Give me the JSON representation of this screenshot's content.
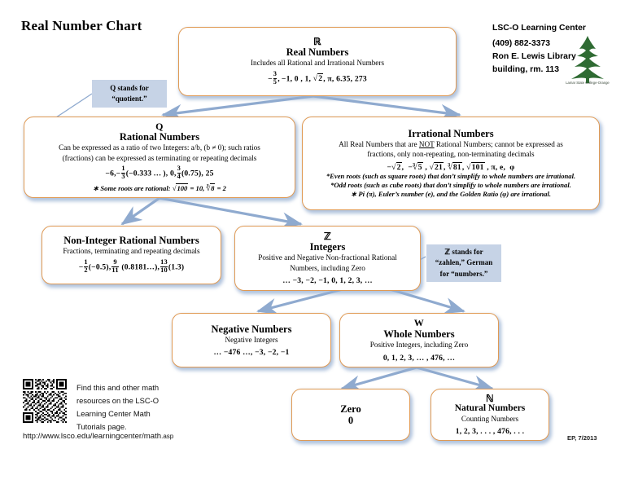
{
  "page": {
    "title": "Real Number Chart",
    "signature": "EP, 7/2013"
  },
  "header": {
    "org": "LSC-O Learning Center",
    "phone": "(409) 882-3373",
    "address_line1": "Ron E. Lewis Library",
    "address_line2": "building, rm. 113",
    "logo_caption": "Lamar State College-Orange",
    "logo_icon": "pine-tree-logo"
  },
  "colors": {
    "box_border": "#E09A54",
    "box_glow": "#96AFD2",
    "arrow": "#8FAACF",
    "callout_bg": "#C6D3E6",
    "logo_green": "#2F6B33"
  },
  "boxes": {
    "real": {
      "symbol": "ℝ",
      "title": "Real Numbers",
      "desc": "Includes all Rational and Irrational Numbers",
      "examples": "− 3/5 , −1, 0 , 1, √2, π, 6.35, 273"
    },
    "rational": {
      "symbol": "Q",
      "title": "Rational Numbers",
      "desc_line1": "Can be expressed as a ratio of two Integers:  a/b, (b ≠ 0); such ratios",
      "desc_line2": "(fractions) can be expressed as terminating or repeating decimals",
      "examples": "−6, − 1/3 (−0.333 …), 0, 3/4 (0.75), 25",
      "note": "∗ Some roots are rational: √100 = 10, ∛8 = 2"
    },
    "irrational": {
      "title": "Irrational Numbers",
      "desc_line1_a": "All Real Numbers that are ",
      "desc_line1_not": "NOT",
      "desc_line1_b": " Rational Numbers; cannot be expressed as",
      "desc_line2": "fractions, only non-repeating, non-terminating decimals",
      "examples": "−√2,  −∛5 , √21, ∛81, √101 , π, e,  φ",
      "note1": "*Even roots (such as square roots) that don’t simplify to whole numbers are irrational.",
      "note2": "*Odd roots (such as cube roots) that don’t simplify to whole numbers are irrational.",
      "note3": "∗ Pi (π),  Euler’s number (e), and the Golden Ratio (φ) are irrational."
    },
    "noninteger": {
      "title": "Non-Integer Rational Numbers",
      "desc": "Fractions, terminating and repeating decimals",
      "examples": "− 1/2 (−0.5), 9/11 (0.8181…), 13/10 (1.3)"
    },
    "integers": {
      "symbol": "ℤ",
      "title": "Integers",
      "desc_line1": "Positive and Negative Non-fractional Rational",
      "desc_line2": "Numbers, including Zero",
      "examples": "… −3, −2, −1, 0, 1, 2, 3, …"
    },
    "negative": {
      "title": "Negative Numbers",
      "desc": "Negative Integers",
      "examples": "… −476 …, −3, −2, −1"
    },
    "whole": {
      "symbol": "W",
      "title": "Whole Numbers",
      "desc": "Positive Integers, including Zero",
      "examples": "0, 1, 2, 3, … , 476, …"
    },
    "zero": {
      "title": "Zero",
      "examples": "0"
    },
    "natural": {
      "symbol": "ℕ",
      "title": "Natural Numbers",
      "desc": "Counting Numbers",
      "examples": "1, 2, 3, . . . , 476, . . ."
    }
  },
  "callouts": {
    "q": {
      "line1_sym": "Q",
      "line1_rest": " stands for",
      "line2": "“quotient.”"
    },
    "z": {
      "line1_sym": "ℤ",
      "line1_rest": " stands for",
      "line2": "“zahlen,” German",
      "line3": "for “numbers.”"
    }
  },
  "footer": {
    "line1": "Find this and other math",
    "line2": "resources on the LSC-O",
    "line3": "Learning Center Math",
    "line4": "Tutorials page.",
    "url_main": "http://www.lsco.edu/learningcenter/math",
    "url_tld": ".asp",
    "qr_icon": "qr-code"
  }
}
